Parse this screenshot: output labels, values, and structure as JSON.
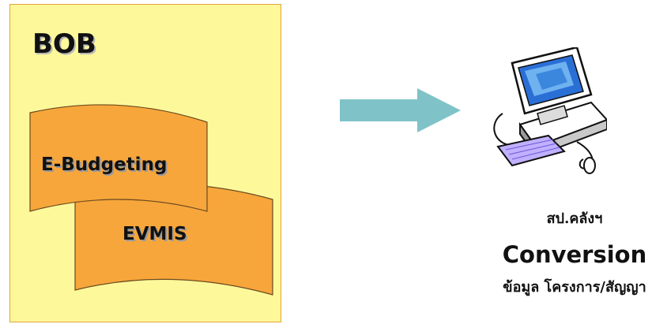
{
  "panel": {
    "title": "BOB",
    "documents": [
      {
        "label": "E-Budgeting"
      },
      {
        "label": "EVMIS"
      }
    ]
  },
  "target": {
    "org": "สป.คลังฯ",
    "title": "Conversion",
    "subtitle": "ข้อมูล โครงการ/สัญญา"
  },
  "colors": {
    "panel_bg": "#fdf99a",
    "panel_border": "#e3a23d",
    "document_fill": "#f7a63b",
    "arrow_fill": "#7fc3c8"
  },
  "icons": [
    "wavy-document-icon",
    "right-arrow-icon",
    "computer-icon"
  ]
}
